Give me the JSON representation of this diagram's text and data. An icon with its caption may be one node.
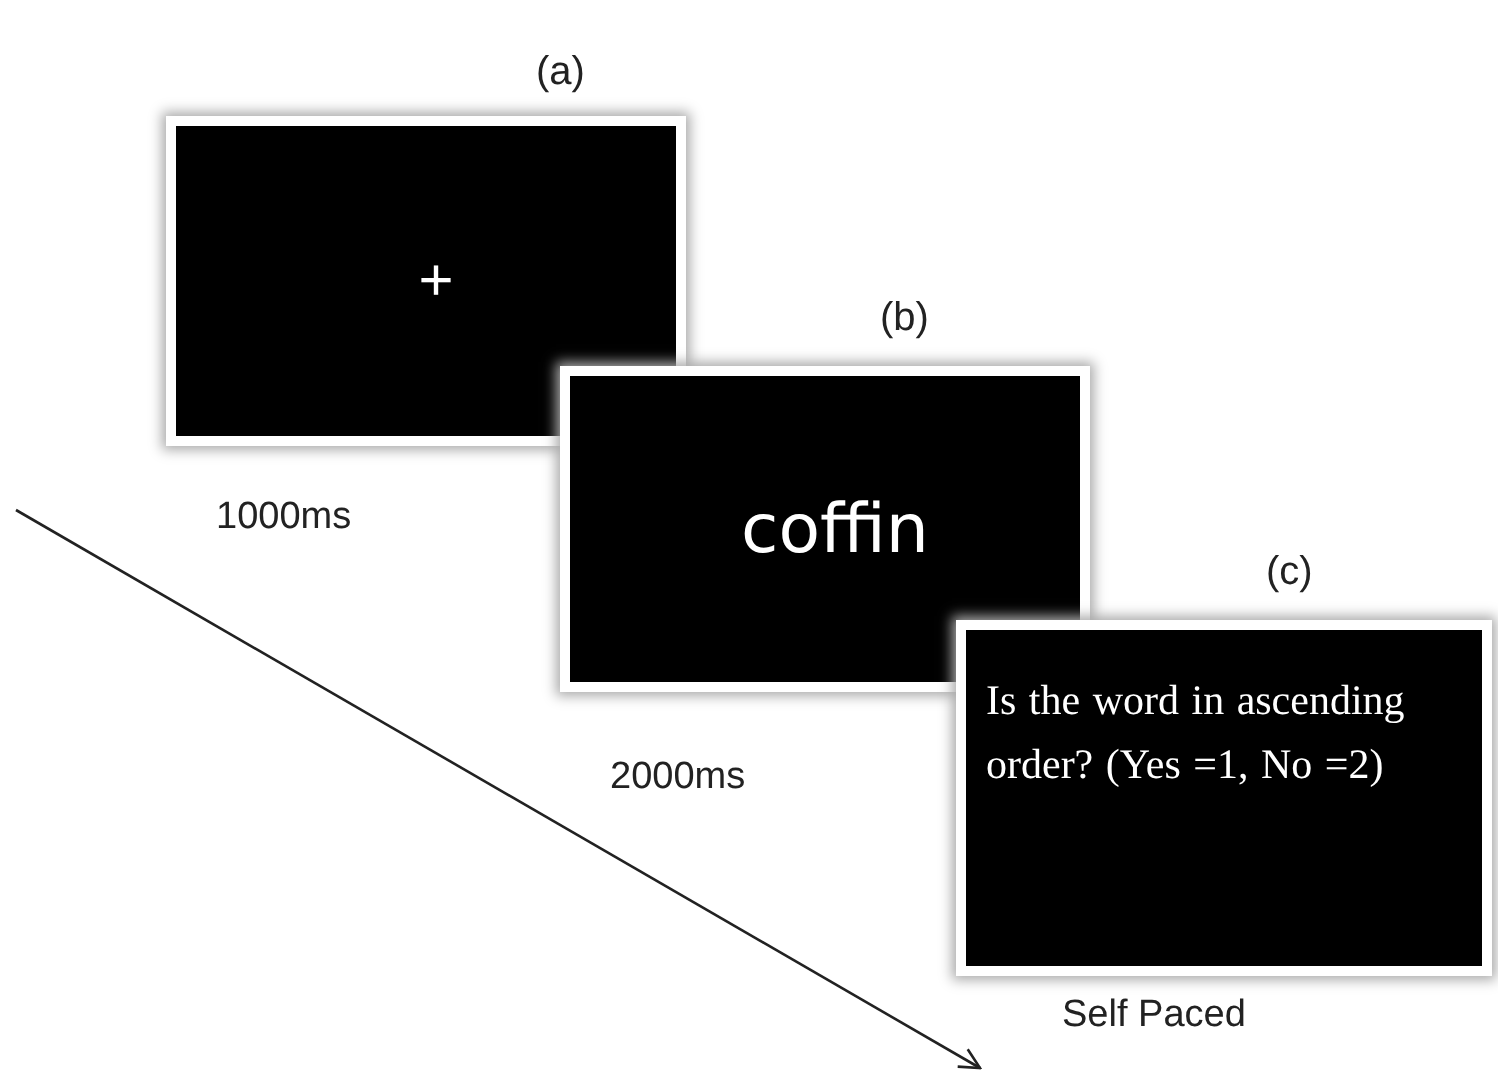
{
  "diagram": {
    "nodes": [
      {
        "text": [
          "(a)",
          "+"
        ],
        "beside": [
          "1000ms"
        ]
      },
      {
        "text": [
          "(b)",
          "coffin"
        ],
        "beside": [
          "2000ms"
        ]
      },
      {
        "text": [
          "(c)",
          "Is the word in ascending order? (Yes =1, No =2)"
        ],
        "beside": [
          "Self Paced"
        ]
      }
    ],
    "edges": []
  }
}
